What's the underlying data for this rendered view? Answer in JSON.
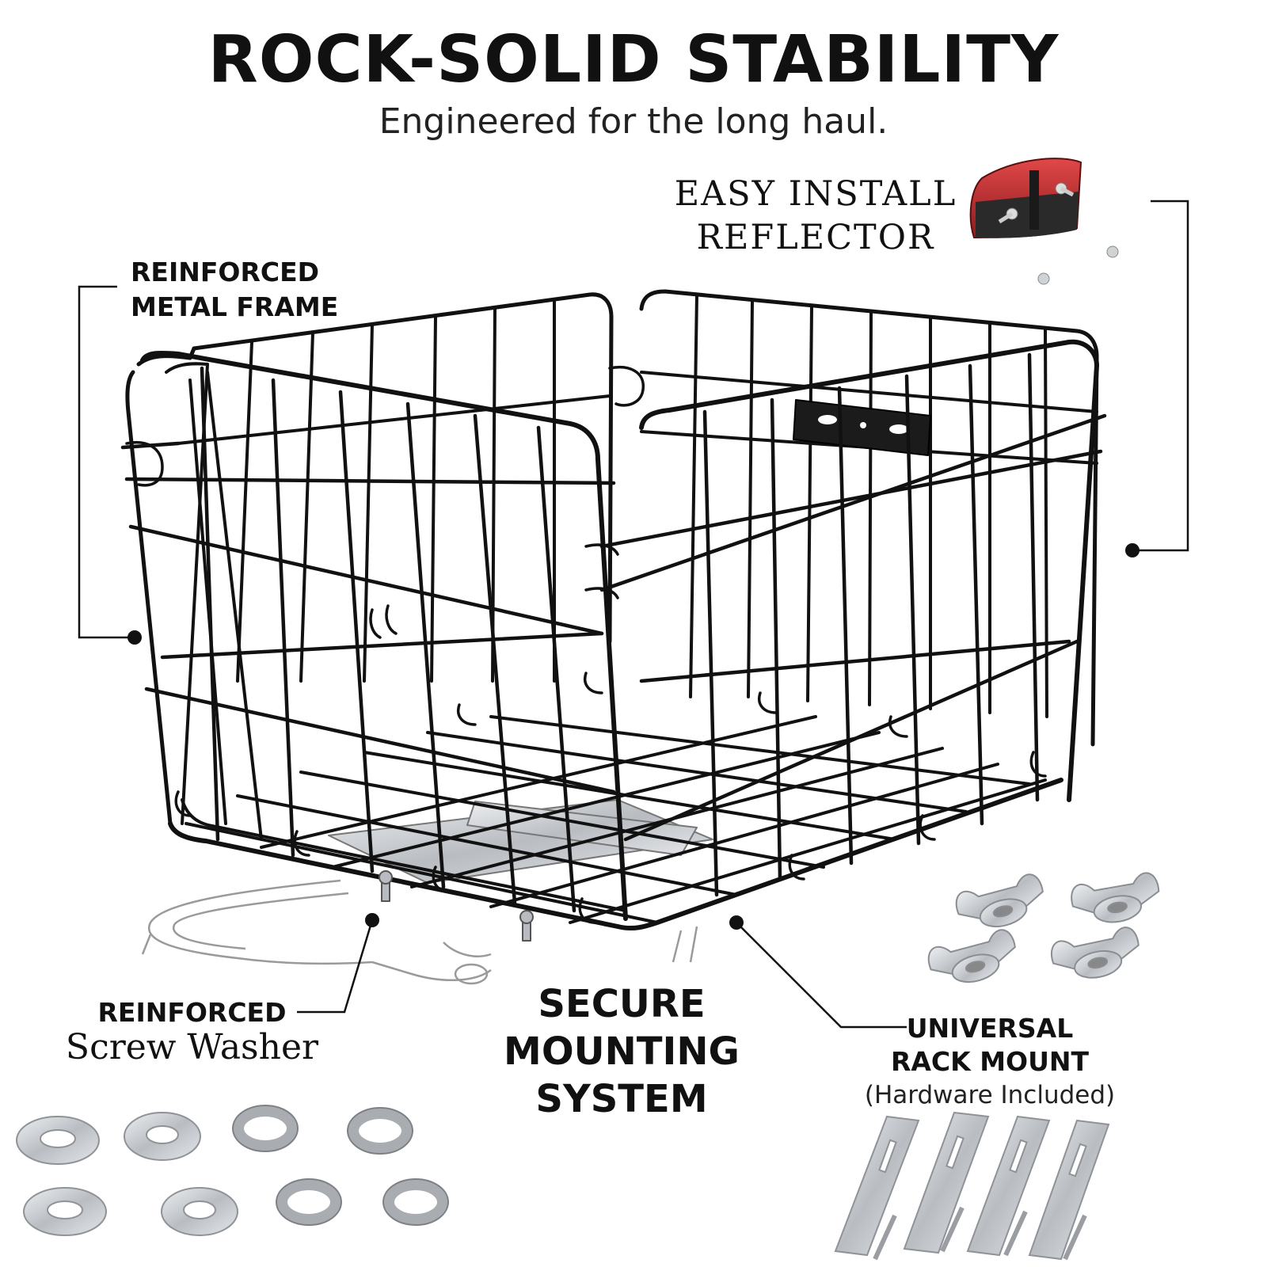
{
  "header": {
    "title": "ROCK-SOLID STABILITY",
    "subtitle": "Engineered for the long haul."
  },
  "callouts": {
    "frame": {
      "line1": "REINFORCED",
      "line2": "METAL FRAME"
    },
    "reflector": {
      "line1": "EASY  INSTALL",
      "line2": "REFLECTOR"
    },
    "washer": {
      "line1": "REINFORCED",
      "line2": "Screw Washer"
    },
    "mounting": {
      "line1": "SECURE",
      "line2": "MOUNTING",
      "line3": "SYSTEM"
    },
    "rack": {
      "line1": "UNIVERSAL",
      "line2": "RACK MOUNT",
      "line3": "(Hardware Included)"
    }
  },
  "colors": {
    "wire": "#111111",
    "reflector_red": "#c0282b",
    "metal": "#c9ccd0",
    "accent_text": "#111111"
  },
  "icons": [
    "basket-illustration",
    "reflector-icon",
    "washer-icon",
    "wing-nut-icon",
    "mounting-plate-icon"
  ]
}
